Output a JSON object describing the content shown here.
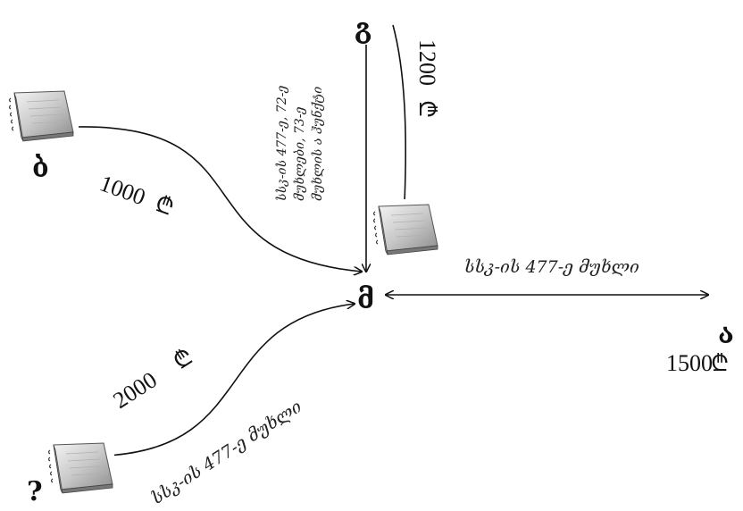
{
  "nodes": {
    "center": "მ",
    "top": "გ",
    "left": "ბ",
    "right": "ა",
    "bottom_left": "?"
  },
  "amounts": {
    "left": "1000",
    "top": "1200",
    "right": "1500",
    "bottom_left": "2000"
  },
  "currency_symbol": "₾",
  "labels": {
    "right_edge": "სსკ-ის 477-ე მუხლი",
    "bottom_edge": "სსკ-ის 477-ე მუხლი",
    "top_edge_line1": "სსკ-ის 477-ე, 72-ე",
    "top_edge_line2": "მუხლები, 73-ე",
    "top_edge_line3": "მუხლის ა ჰუნქტი"
  },
  "icons": {
    "book": "book-icon"
  }
}
